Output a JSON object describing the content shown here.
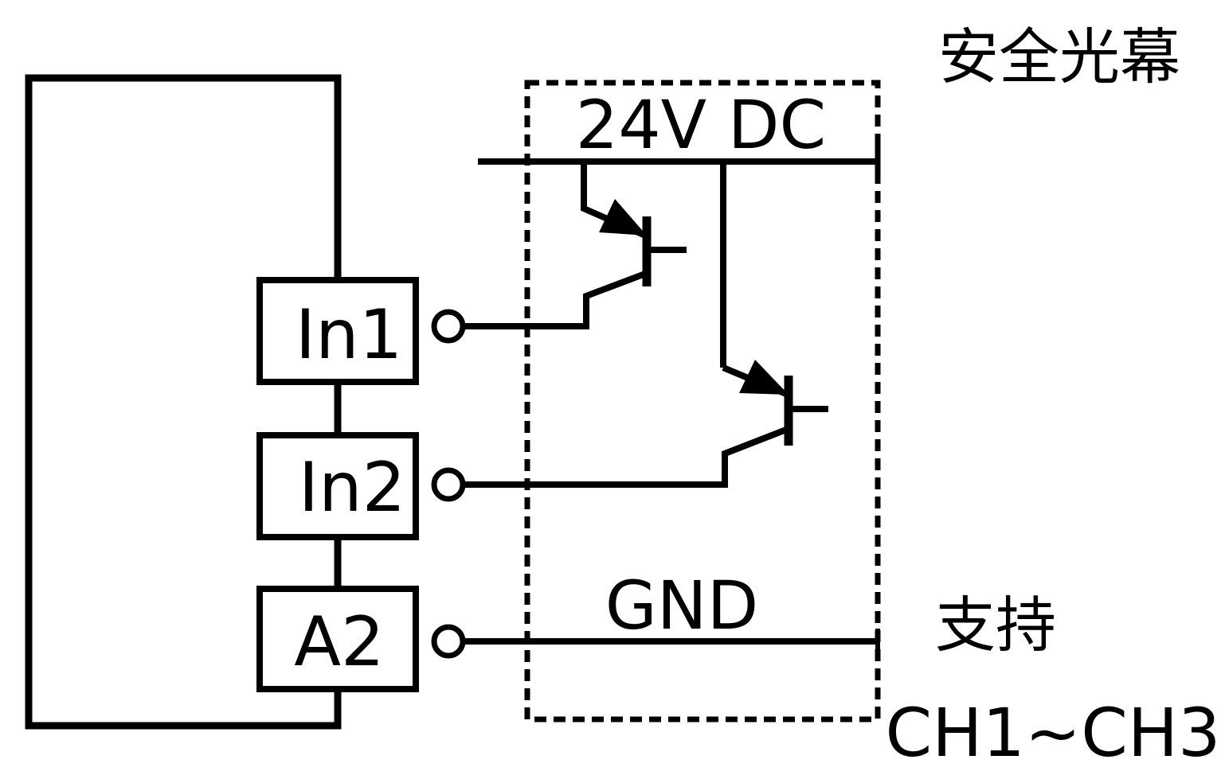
{
  "title": "安全光幕",
  "power_label": "24V DC",
  "ground_label": "GND",
  "support_label": "支持",
  "channels_label": "CH1~CH3",
  "terminals": [
    {
      "label": "In1"
    },
    {
      "label": "In2"
    },
    {
      "label": "A2"
    }
  ],
  "colors": {
    "line": "#000000",
    "background": "#ffffff"
  }
}
